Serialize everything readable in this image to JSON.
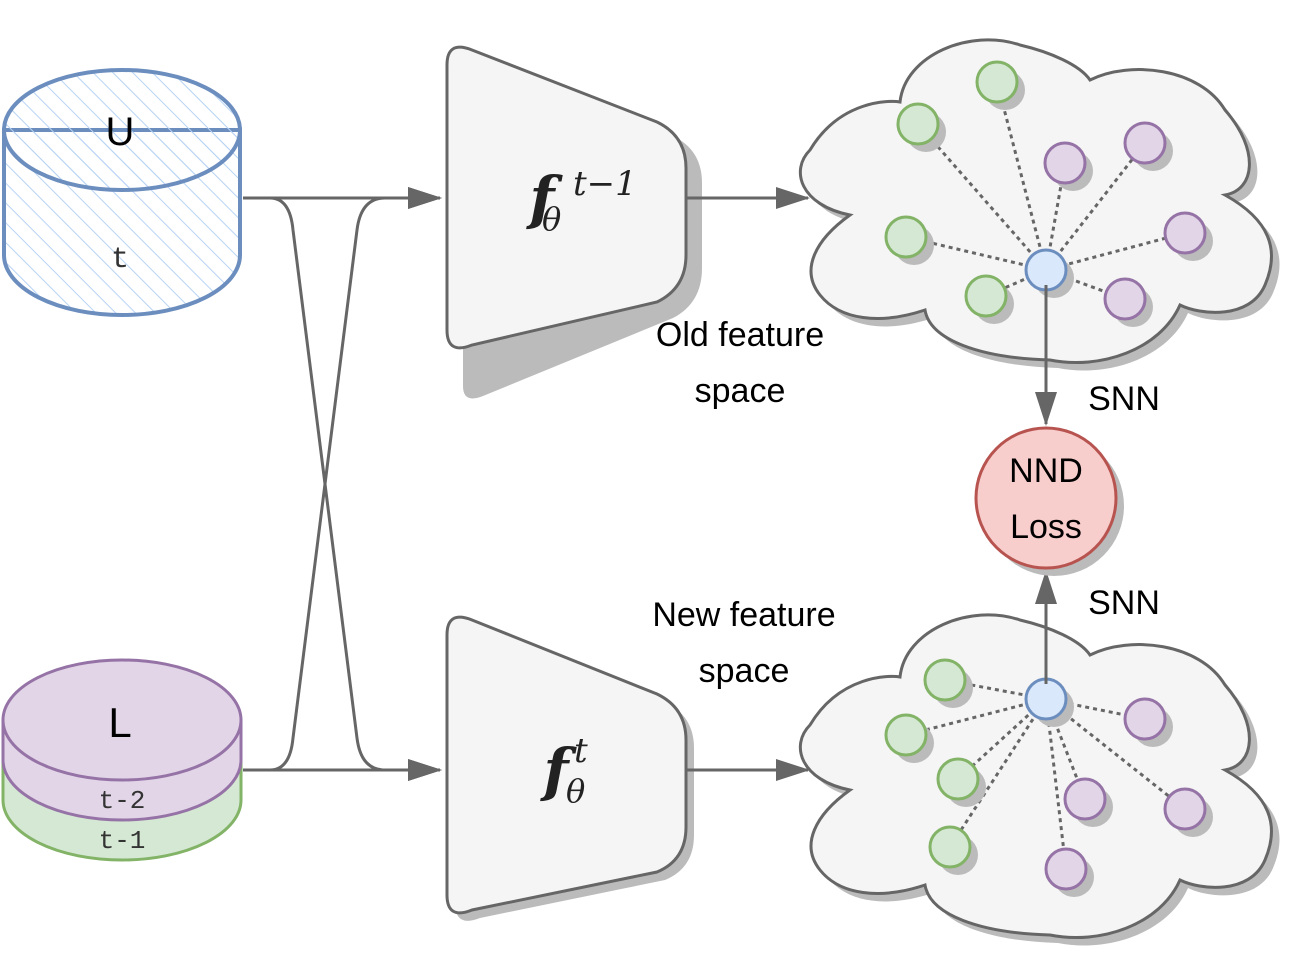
{
  "diagram": {
    "colors": {
      "line": "#666666",
      "shape_fill": "#f5f5f5",
      "shadow": "#bbbbbb",
      "unlabeled_stroke": "#6c8ebf",
      "unlabeled_fill": "#dae8fc",
      "old_class_stroke": "#9673a6",
      "old_class_fill": "#e1d5e7",
      "recent_class_stroke": "#82b366",
      "recent_class_fill": "#d5e8d4",
      "loss_stroke": "#b85450",
      "loss_fill": "#f8cecc"
    },
    "unlabeled_store": {
      "title": "U",
      "sublabel": "t"
    },
    "labeled_store": {
      "title": "L",
      "layers": [
        "t-2",
        "t-1"
      ]
    },
    "old_encoder": {
      "base": "f",
      "sub": "θ",
      "sup": "t−1"
    },
    "new_encoder": {
      "base": "f",
      "sub": "θ",
      "sup": "t"
    },
    "old_space_label": [
      "Old feature",
      "space"
    ],
    "new_space_label": [
      "New feature",
      "space"
    ],
    "snn_top": "SNN",
    "snn_bottom": "SNN",
    "loss_label": [
      "NND",
      "Loss"
    ],
    "old_space_nodes": {
      "anchor": "unlabeled",
      "neighbors": [
        "recent",
        "recent",
        "recent",
        "recent",
        "old",
        "old",
        "old",
        "old"
      ]
    },
    "new_space_nodes": {
      "anchor": "unlabeled",
      "neighbors": [
        "recent",
        "recent",
        "recent",
        "recent",
        "old",
        "old",
        "old",
        "old"
      ]
    }
  }
}
